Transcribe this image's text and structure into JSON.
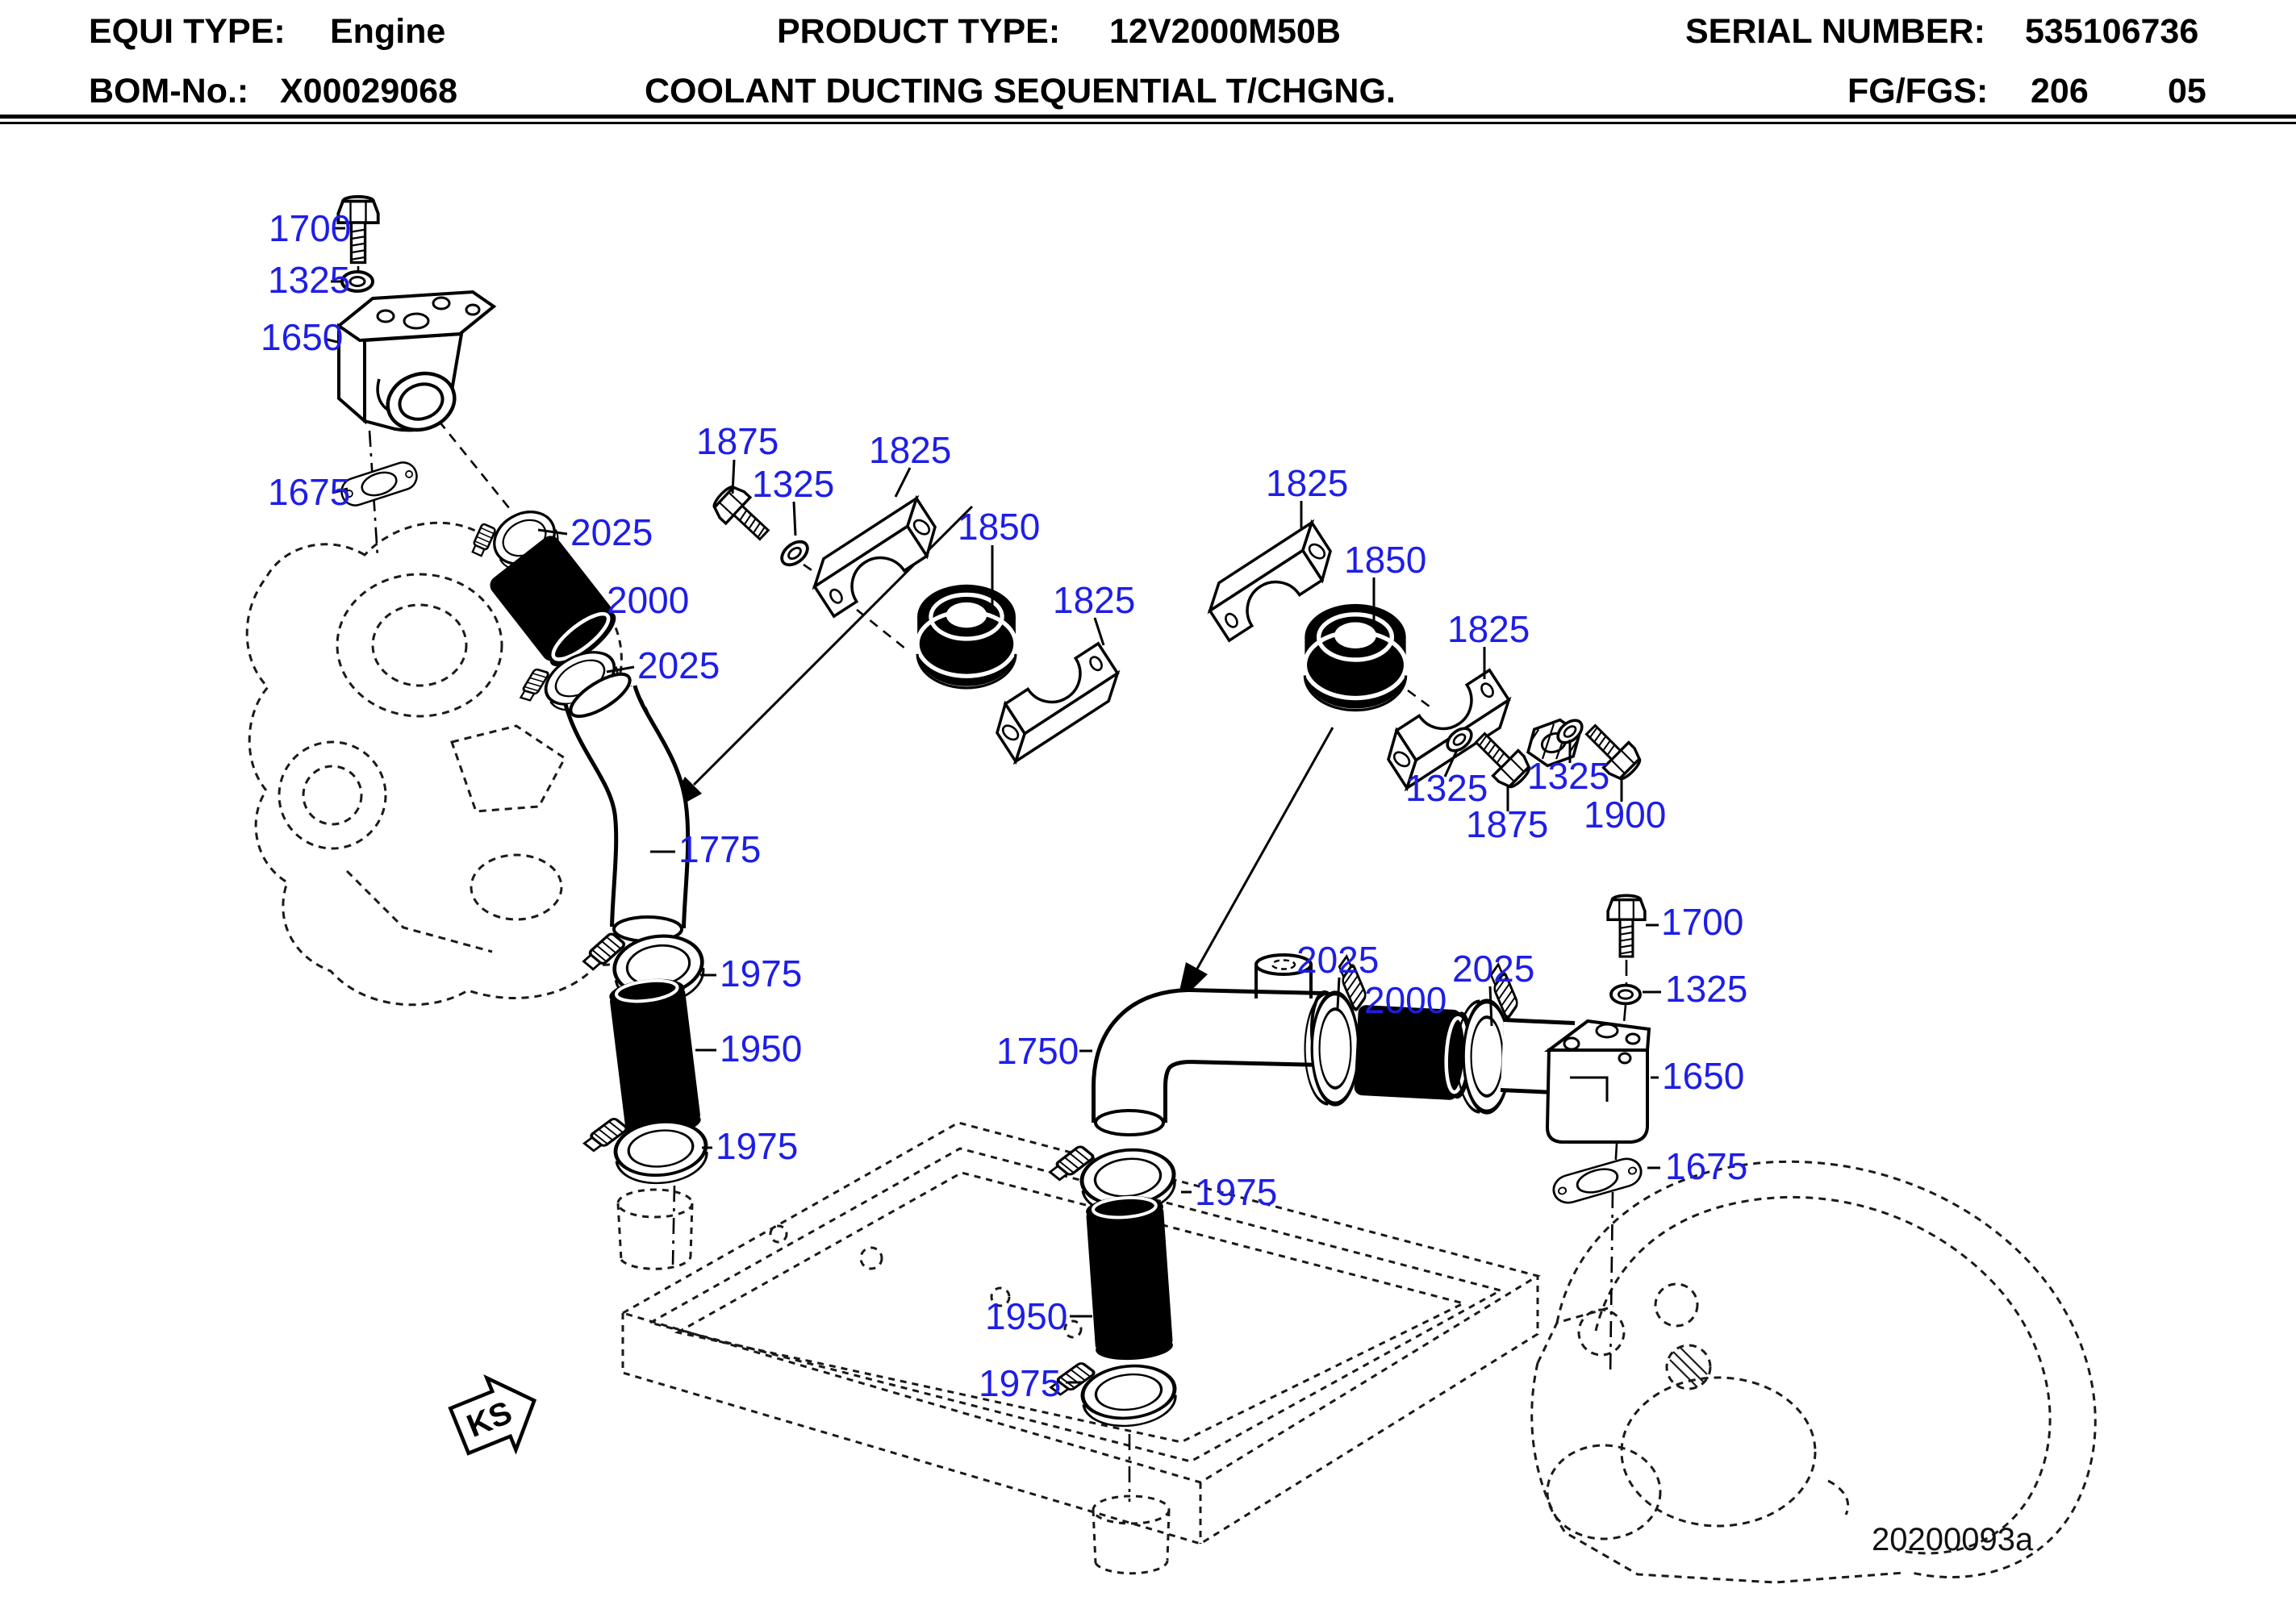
{
  "header": {
    "equi_type": {
      "label": "EQUI TYPE:",
      "value": "Engine"
    },
    "product_type": {
      "label": "PRODUCT TYPE:",
      "value": "12V2000M50B"
    },
    "serial_number": {
      "label": "SERIAL NUMBER:",
      "value": "535106736"
    },
    "bom_no": {
      "label": "BOM-No.:",
      "value": "X00029068"
    },
    "drawing_title": "COOLANT DUCTING SEQUENTIAL T/CHGNG.",
    "fg_fgs": {
      "label": "FG/FGS:",
      "value": "206",
      "sheet": "05"
    }
  },
  "diagram": {
    "figure_number": "20200093a",
    "ks_marker_label": "KS",
    "callout_color": "#1e1ee6",
    "line_color": "#000000",
    "callouts": [
      "1700",
      "1325",
      "1650",
      "1675",
      "2025",
      "2000",
      "2025",
      "1875",
      "1325",
      "1825",
      "1850",
      "1825",
      "1775",
      "1975",
      "1950",
      "1975",
      "1825",
      "1850",
      "1825",
      "1325",
      "1325",
      "1875",
      "1900",
      "1750",
      "2025",
      "2000",
      "2025",
      "1700",
      "1325",
      "1650",
      "1675",
      "1975",
      "1950",
      "1975"
    ]
  }
}
